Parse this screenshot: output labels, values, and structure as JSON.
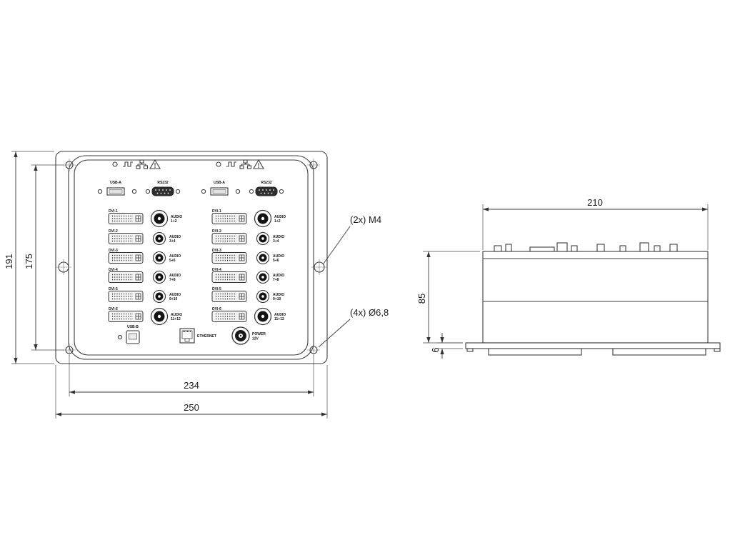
{
  "front_view": {
    "dimensions": {
      "height_outer": "191",
      "height_holes": "175",
      "width_holes": "234",
      "width_outer": "250"
    },
    "annotations": {
      "thread_holes": "(2x) M4",
      "through_holes": "(4x) Ø6,8"
    },
    "half": {
      "usb_label": "USB-A",
      "serial_label": "RS232",
      "rows": [
        {
          "dvi": "DVI-1",
          "jack_l1": "AUDIO",
          "jack_l2": "1+2"
        },
        {
          "dvi": "DVI-2",
          "jack_l1": "AUDIO",
          "jack_l2": "3+4"
        },
        {
          "dvi": "DVI-3",
          "jack_l1": "AUDIO",
          "jack_l2": "5+6"
        },
        {
          "dvi": "DVI-4",
          "jack_l1": "AUDIO",
          "jack_l2": "7+8"
        },
        {
          "dvi": "DVI-5",
          "jack_l1": "AUDIO",
          "jack_l2": "9+10"
        },
        {
          "dvi": "DVI-6",
          "jack_l1": "AUDIO",
          "jack_l2": "11+12"
        }
      ]
    },
    "bottom": {
      "usb_label": "USB-B",
      "ethernet_label": "ETHERNET",
      "power_l1": "POWER",
      "power_l2": "12V"
    }
  },
  "side_view": {
    "dimensions": {
      "width": "210",
      "height": "85",
      "plate_thickness": "6"
    }
  }
}
